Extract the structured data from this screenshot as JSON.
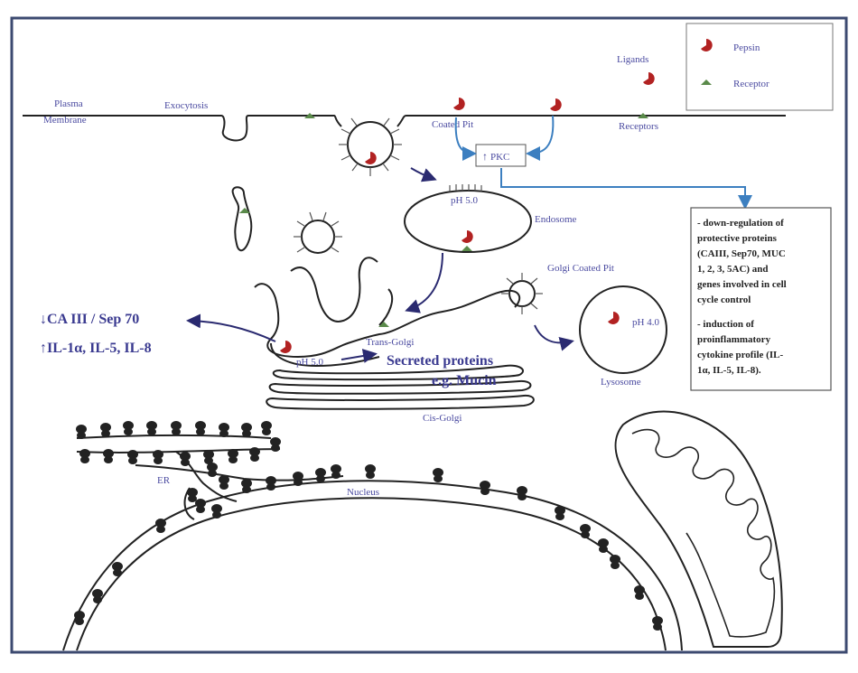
{
  "colors": {
    "border": "#3c4a70",
    "text_blue": "#4a4aa0",
    "text_dark_blue": "#3a3a90",
    "arrow_navy": "#2a2a70",
    "arrow_light": "#3c7fc0",
    "pepsin": "#b22222",
    "receptor": "#5a8a4a",
    "ribosome": "#222222"
  },
  "legend": {
    "pepsin_label": "Pepsin",
    "receptor_label": "Receptor",
    "pepsin_icon": "pepsin-icon",
    "receptor_icon": "receptor-icon"
  },
  "labels": {
    "plasma_membrane_1": "Plasma",
    "plasma_membrane_2": "Membrane",
    "exocytosis": "Exocytosis",
    "coated_pit": "Coated Pit",
    "ligands": "Ligands",
    "receptors": "Receptors",
    "pkc": "PKC",
    "endosome_ph": "pH 5.0",
    "endosome": "Endosome",
    "golgi_coated_pit": "Golgi Coated Pit",
    "trans_golgi": "Trans-Golgi",
    "golgi_ph": "pH 5.0",
    "secreted_proteins": "Secreted proteins",
    "mucin": "e.g. Mucin",
    "lysosome_ph": "pH 4.0",
    "lysosome": "Lysosome",
    "cis_golgi": "Cis-Golgi",
    "er": "ER",
    "nucleus": "Nucleus"
  },
  "effects_left": {
    "line1": "↓CA III / Sep 70",
    "line2": "↑IL-1α, IL-5, IL-8"
  },
  "effects_box": {
    "lines": [
      "- down-regulation of",
      "protective proteins",
      "(CAIII, Sep70, MUC",
      "1, 2, 3, 5AC) and",
      "genes involved in cell",
      "cycle control",
      "- induction of",
      "proinflammatory",
      "cytokine profile (IL-",
      "1α, IL-5, IL-8)."
    ]
  }
}
